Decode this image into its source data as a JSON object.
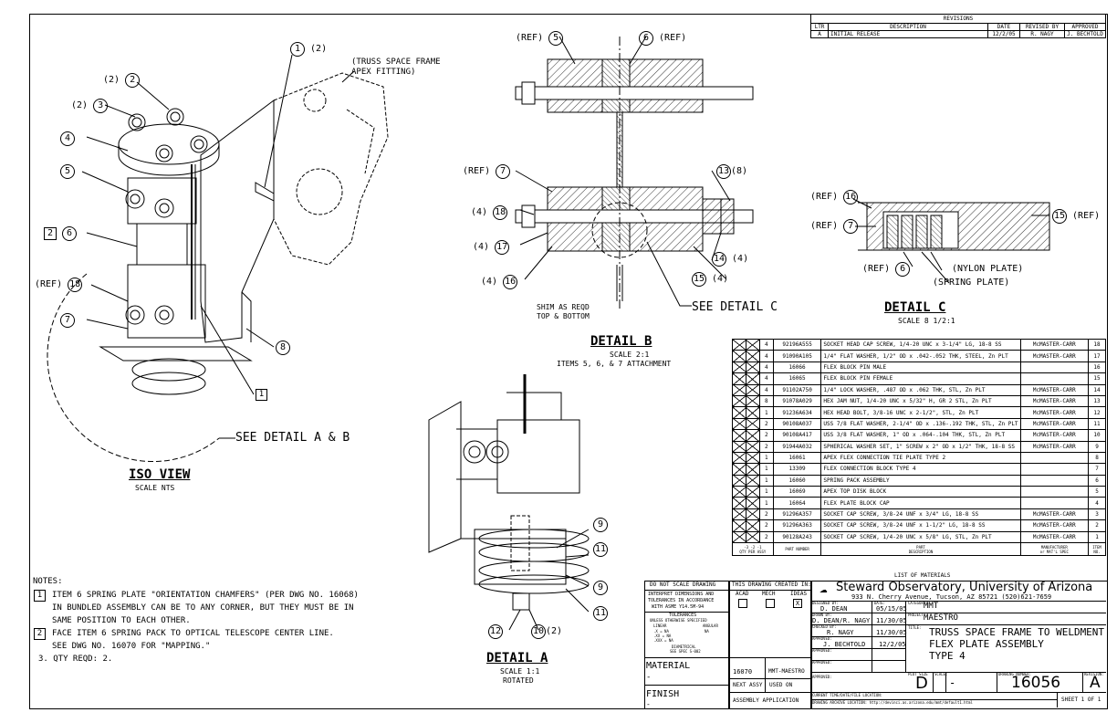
{
  "revisions": {
    "title": "REVISIONS",
    "headers": [
      "LTR",
      "DESCRIPTION",
      "DATE",
      "REVISED BY",
      "APPROVED"
    ],
    "rows": [
      [
        "A",
        "INITIAL RELEASE",
        "12/2/05",
        "R. NAGY",
        "J. BECHTOLD"
      ]
    ]
  },
  "iso_view": {
    "title": "ISO VIEW",
    "scale": "SCALE NTS",
    "see": "SEE DETAIL A & B",
    "callouts": {
      "c1": "(2)",
      "c1n": "1",
      "apex": "(TRUSS SPACE FRAME",
      "apex2": "APEX FITTING)",
      "c2a": "(2)",
      "c2": "2",
      "c3a": "(2)",
      "c3": "3",
      "c4": "4",
      "c5": "5",
      "c6": "6",
      "c6box": "2",
      "c18a": "(REF)",
      "c18": "18",
      "c7": "7",
      "c8": "8",
      "c1box": "1"
    }
  },
  "detail_b": {
    "title": "DETAIL B",
    "scale": "SCALE 2:1",
    "items": "ITEMS 5, 6, & 7 ATTACHMENT",
    "shim1": "SHIM AS REQD",
    "shim2": "TOP & BOTTOM",
    "see": "SEE DETAIL C",
    "callouts": {
      "r5": "(REF)",
      "c5": "5",
      "c6": "6",
      "r6": "(REF)",
      "r7": "(REF)",
      "c7": "7",
      "c13": "13",
      "q13": "(8)",
      "q18": "(4)",
      "c18": "18",
      "q17": "(4)",
      "c17": "17",
      "q16": "(4)",
      "c16": "16",
      "c14": "14",
      "q14": "(4)",
      "c15": "15",
      "q15": "(4)"
    }
  },
  "detail_c": {
    "title": "DETAIL C",
    "scale": "SCALE 8 1/2:1",
    "callouts": {
      "r16": "(REF)",
      "c16": "16",
      "r7": "(REF)",
      "c7": "7",
      "r6": "(REF)",
      "c6": "6",
      "c15": "15",
      "r15": "(REF)",
      "nylon": "(NYLON PLATE)",
      "spring": "(SPRING PLATE)"
    }
  },
  "detail_a": {
    "title": "DETAIL A",
    "scale": "SCALE 1:1",
    "rotated": "ROTATED",
    "callouts": {
      "c9a": "9",
      "c11a": "11",
      "c9b": "9",
      "c11b": "11",
      "c12": "12",
      "c10": "10",
      "q10": "(2)"
    }
  },
  "notes": {
    "title": "NOTES:",
    "n1num": "1",
    "n1": [
      "ITEM 6 SPRING PLATE \"ORIENTATION CHAMFERS\" (PER DWG NO. 16068)",
      "IN BUNDLED ASSEMBLY CAN BE TO ANY CORNER, BUT THEY MUST BE IN",
      "SAME POSITION TO EACH OTHER."
    ],
    "n2num": "2",
    "n2": [
      "FACE ITEM 6 SPRING PACK TO OPTICAL TELESCOPE CENTER LINE.",
      "SEE DWG NO. 16070 FOR \"MAPPING.\""
    ],
    "n3": "3. QTY REQD: 2."
  },
  "bom": {
    "rows": [
      {
        "qty": "4",
        "part": "92196A555",
        "desc": "SOCKET HEAD CAP SCREW, 1/4-20 UNC x 3-1/4\" LG, 18-8 SS",
        "mfr": "McMASTER-CARR",
        "item": "18"
      },
      {
        "qty": "4",
        "part": "91090A105",
        "desc": "1/4\" FLAT WASHER, 1/2\" OD x .042-.052 THK, STEEL, Zn PLT",
        "mfr": "McMASTER-CARR",
        "item": "17"
      },
      {
        "qty": "4",
        "part": "16066",
        "desc": "FLEX BLOCK PIN MALE",
        "mfr": "",
        "item": "16"
      },
      {
        "qty": "4",
        "part": "16065",
        "desc": "FLEX BLOCK PIN FEMALE",
        "mfr": "",
        "item": "15"
      },
      {
        "qty": "4",
        "part": "91102A750",
        "desc": "1/4\" LOCK WASHER, .487 OD x .062 THK, STL, Zn PLT",
        "mfr": "McMASTER-CARR",
        "item": "14"
      },
      {
        "qty": "8",
        "part": "91078A029",
        "desc": "HEX JAM NUT, 1/4-20 UNC x 5/32\" H, GR 2 STL, Zn PLT",
        "mfr": "McMASTER-CARR",
        "item": "13"
      },
      {
        "qty": "1",
        "part": "91236A634",
        "desc": "HEX HEAD BOLT, 3/8-16 UNC x 2-1/2\", STL, Zn PLT",
        "mfr": "McMASTER-CARR",
        "item": "12"
      },
      {
        "qty": "2",
        "part": "90108A037",
        "desc": "USS 7/8 FLAT WASHER, 2-1/4\" OD x .136-.192 THK, STL, Zn PLT",
        "mfr": "McMASTER-CARR",
        "item": "11"
      },
      {
        "qty": "2",
        "part": "90108A417",
        "desc": "USS 3/8 FLAT WASHER, 1\" OD x .064-.104 THK, STL, Zn PLT",
        "mfr": "McMASTER-CARR",
        "item": "10"
      },
      {
        "qty": "2",
        "part": "91944A032",
        "desc": "SPHERICAL WASHER SET, 1\" SCREW x 2\" OD x 1/2\" THK, 18-8 SS",
        "mfr": "McMASTER-CARR",
        "item": "9"
      },
      {
        "qty": "1",
        "part": "16061",
        "desc": "APEX FLEX CONNECTION TIE PLATE TYPE 2",
        "mfr": "",
        "item": "8"
      },
      {
        "qty": "1",
        "part": "13309",
        "desc": "FLEX CONNECTION BLOCK TYPE 4",
        "mfr": "",
        "item": "7"
      },
      {
        "qty": "1",
        "part": "16060",
        "desc": "SPRING PACK ASSEMBLY",
        "mfr": "",
        "item": "6"
      },
      {
        "qty": "1",
        "part": "16069",
        "desc": "APEX TOP DISK BLOCK",
        "mfr": "",
        "item": "5"
      },
      {
        "qty": "1",
        "part": "16064",
        "desc": "FLEX PLATE BLOCK CAP",
        "mfr": "",
        "item": "4"
      },
      {
        "qty": "2",
        "part": "91296A357",
        "desc": "SOCKET CAP SCREW, 3/8-24 UNF x 3/4\" LG, 18-8 SS",
        "mfr": "McMASTER-CARR",
        "item": "3"
      },
      {
        "qty": "2",
        "part": "91296A363",
        "desc": "SOCKET CAP SCREW, 3/8-24 UNF x 1-1/2\" LG, 18-8 SS",
        "mfr": "McMASTER-CARR",
        "item": "2"
      },
      {
        "qty": "2",
        "part": "90128A243",
        "desc": "SOCKET CAP SCREW, 1/4-20 UNC x 5/8\" LG, STL, Zn PLT",
        "mfr": "McMASTER-CARR",
        "item": "1"
      }
    ],
    "hdr_cols": "-3  -2  -1",
    "hdr_qty": "QTY PER ASSY",
    "hdr_part": "PART NUMBER",
    "hdr_desc1": "PART",
    "hdr_desc2": "DESCRIPTION",
    "hdr_mfr1": "MANUFACTURER",
    "hdr_mfr2": "or MAT'L SPEC",
    "hdr_item1": "ITEM",
    "hdr_item2": "NO.",
    "footer": "LIST OF MATERIALS"
  },
  "title_block": {
    "dns": "DO NOT SCALE DRAWING",
    "interp": [
      "INTERPRET DIMENSIONS AND",
      "TOLERANCES IN ACCORDANCE",
      "WITH ASME Y14.5M-94"
    ],
    "tol": "TOLERANCES",
    "tol2": "UNLESS OTHERWISE SPECIFIED",
    "linear": "LINEAR",
    "angular": "ANGULAR",
    "tx": ".X   = NA",
    ".xx": ".XX  = NA",
    ".xxx": ".XXX = NA",
    "ang": "NA",
    "diam": "DIAMETRICAL",
    "diam2": "SEE SPEC S-002",
    "material": "MATERIAL",
    "mat_val": "-",
    "finish": "FINISH",
    "fin_val": "-",
    "created": "THIS DRAWING CREATED IN:",
    "acad": "ACAD",
    "mech": "MECH",
    "ideas": "IDEAS",
    "ideas_x": "X",
    "next1": "16070",
    "used1": "MMT-MAESTRO",
    "next_lbl": "NEXT ASSY",
    "used_lbl": "USED ON",
    "assy": "ASSEMBLY APPLICATION",
    "org": "Steward Observatory, University of Arizona",
    "addr": "933 N. Cherry Avenue, Tucson, AZ  85721   (520)621-7659",
    "designed_lbl": "DESIGNED BY:",
    "designed": "D. DEAN",
    "date_lbl": "DATE:",
    "date1": "05/15/05",
    "drawn_lbl": "DRAWN BY:",
    "drawn": "D. DEAN/R. NAGY",
    "date2": "11/30/05",
    "checked_lbl": "CHECKED BY:",
    "checked": "R. NAGY",
    "date3": "11/30/05",
    "approved_lbl": "APPROVED:",
    "approved": "J. BECHTOLD",
    "date4": "12/2/05",
    "category_lbl": "CATEGORY:",
    "category": "MMT",
    "project_lbl": "PROJECT:",
    "project": "MAESTRO",
    "title_lbl": "TITLE:",
    "title1": "TRUSS SPACE FRAME TO WELDMENT",
    "title2": "FLEX PLATE ASSEMBLY",
    "title3": "TYPE 4",
    "size_lbl": "PLOT SIZE",
    "size": "D",
    "scale_lbl": "SCALE:",
    "scale": "-",
    "dwgno_lbl": "DRAWING NUMBER:",
    "dwgno": "16056",
    "rev_lbl": "REVISION:",
    "rev": "A",
    "current": "CURRENT TIME/DATE/FILE LOCATION:",
    "archive": "DRAWING ARCHIVE LOCATION: http://devinci.as.arizona.edu/mmt/default1.html",
    "sheet": "SHEET 1 OF 1"
  }
}
